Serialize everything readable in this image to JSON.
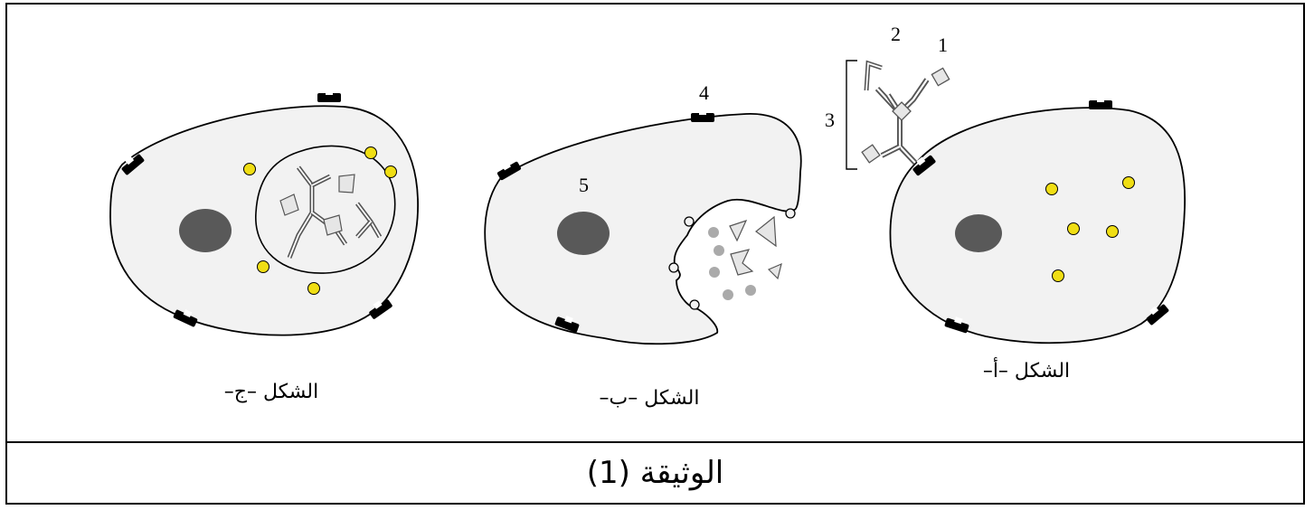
{
  "figures": {
    "a": {
      "label": "الشكل –أ–"
    },
    "b": {
      "label": "الشكل –ب–"
    },
    "c": {
      "label": "الشكل –ج–"
    }
  },
  "numbers": {
    "n1": "1",
    "n2": "2",
    "n3": "3",
    "n4": "4",
    "n5": "5"
  },
  "caption": "الوثيقة (1)",
  "colors": {
    "cytoplasm": "#f2f2f2",
    "nucleus": "#595959",
    "granule": "#f0de14",
    "receptor": "#000000",
    "fragment": "#aaaaaa"
  },
  "icons": [
    "antibody-icon",
    "antigen-icon",
    "receptor-icon",
    "granule-icon"
  ]
}
